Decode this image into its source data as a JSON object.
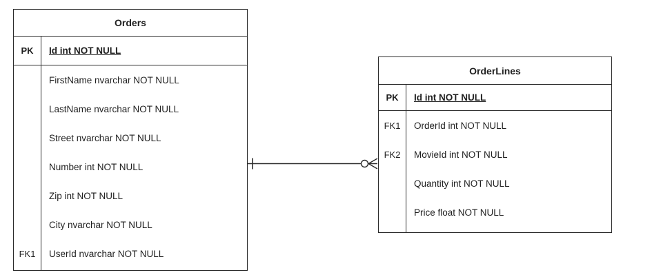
{
  "diagram": {
    "entities": [
      {
        "name": "Orders",
        "rows": [
          {
            "key": "PK",
            "text": "Id int NOT NULL",
            "is_pk": true
          },
          {
            "key": "",
            "text": "FirstName nvarchar NOT NULL"
          },
          {
            "key": "",
            "text": "LastName nvarchar NOT NULL"
          },
          {
            "key": "",
            "text": "Street nvarchar NOT NULL"
          },
          {
            "key": "",
            "text": "Number int NOT NULL"
          },
          {
            "key": "",
            "text": "Zip int NOT NULL"
          },
          {
            "key": "",
            "text": "City nvarchar NOT NULL"
          },
          {
            "key": "FK1",
            "text": "UserId nvarchar NOT NULL"
          }
        ]
      },
      {
        "name": "OrderLines",
        "rows": [
          {
            "key": "PK",
            "text": "Id int NOT NULL",
            "is_pk": true
          },
          {
            "key": "FK1",
            "text": "OrderId int NOT NULL"
          },
          {
            "key": "FK2",
            "text": "MovieId int NOT NULL"
          },
          {
            "key": "",
            "text": "Quantity int NOT NULL"
          },
          {
            "key": "",
            "text": "Price float NOT NULL"
          }
        ]
      }
    ],
    "relationship": {
      "from_entity": "Orders",
      "to_entity": "OrderLines",
      "from_cardinality": "one",
      "to_cardinality": "zero-or-many"
    },
    "colors": {
      "line": "#2b2b2b",
      "background": "#ffffff",
      "text": "#1f1f1f"
    }
  }
}
